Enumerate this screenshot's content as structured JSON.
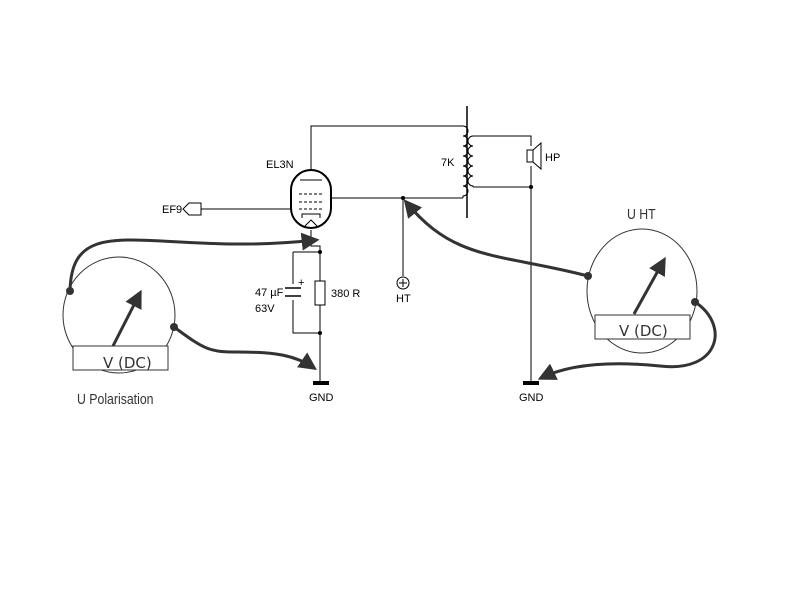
{
  "labels": {
    "tube": "EL3N",
    "input": "EF9",
    "capacitor_value": "47 µF",
    "capacitor_voltage": "63V",
    "resistor": "380 R",
    "ht": "HT",
    "gnd_left": "GND",
    "gnd_right": "GND",
    "transformer": "7K",
    "speaker": "HP"
  },
  "meters": {
    "left": {
      "readout": "V (DC)",
      "caption": "U Polarisation"
    },
    "right": {
      "readout": "V (DC)",
      "caption": "U HT"
    }
  },
  "colors": {
    "wire": "#000000",
    "lead": "#333333"
  }
}
